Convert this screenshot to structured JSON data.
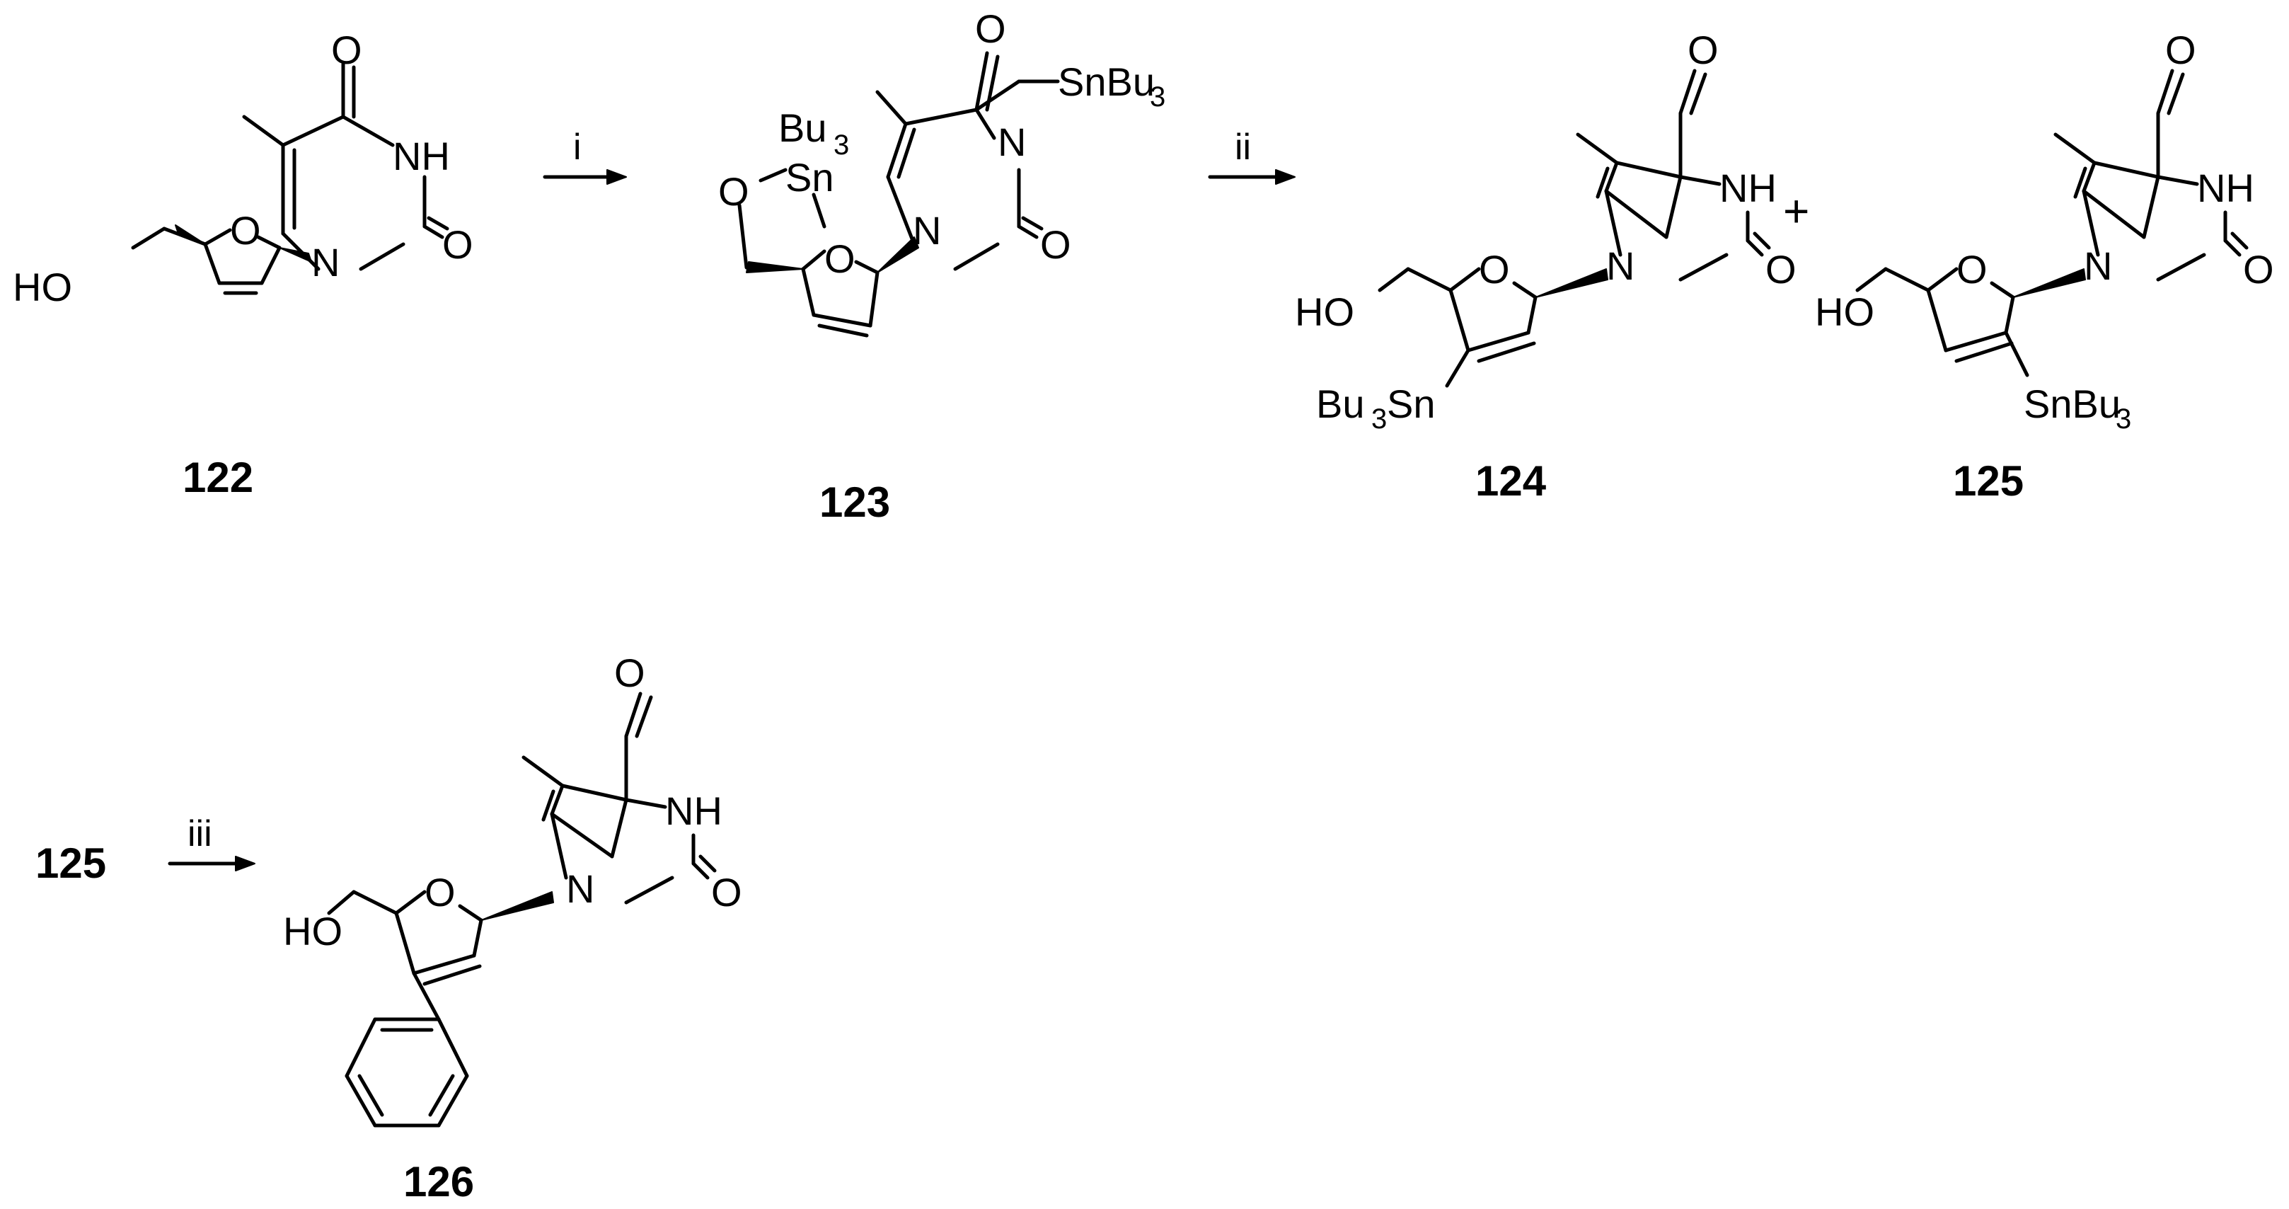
{
  "compounds": [
    {
      "id": "122",
      "label": "122"
    },
    {
      "id": "123",
      "label": "123"
    },
    {
      "id": "124",
      "label": "124"
    },
    {
      "id": "125",
      "label": "125"
    },
    {
      "id": "125b",
      "label": "125"
    },
    {
      "id": "126",
      "label": "126"
    }
  ],
  "arrows": [
    {
      "label": "i"
    },
    {
      "label": "ii"
    },
    {
      "label": "iii"
    }
  ],
  "plus_sign": "+",
  "atoms": {
    "O": "O",
    "NH": "NH",
    "N": "N",
    "HO": "HO",
    "Sn": "Sn",
    "Bu": "Bu",
    "SnBu": "SnBu",
    "Bu3Sn_prefix": "Bu",
    "Sn_suffix": "Sn",
    "sub3": "3"
  }
}
